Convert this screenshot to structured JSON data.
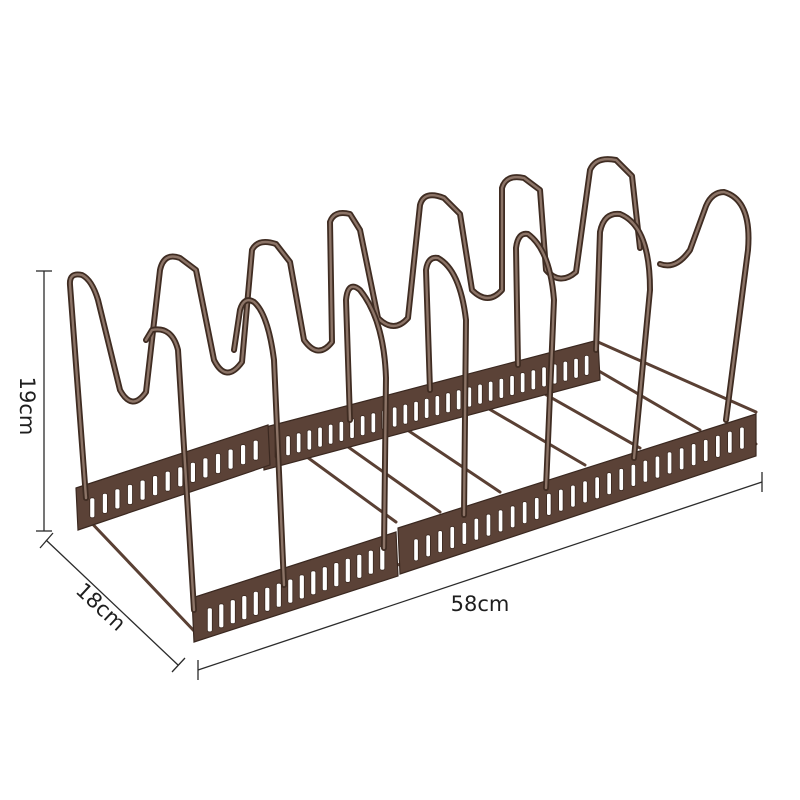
{
  "dimensions": {
    "height_label": "19cm",
    "depth_label": "18cm",
    "length_label": "58cm"
  },
  "product": {
    "color": "#5b4237",
    "slot_count": 7
  }
}
